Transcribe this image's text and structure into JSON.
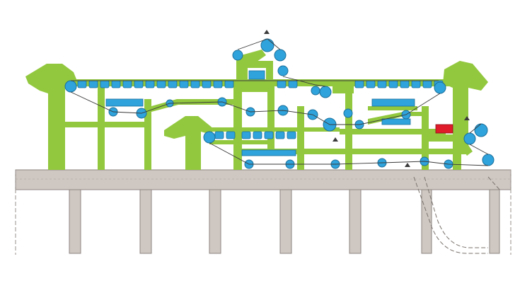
{
  "diagram": {
    "colors": {
      "frame_green": "#92c83e",
      "frame_green_dark": "#6f9e2a",
      "roller_blue": "#2fa3dc",
      "roller_blue_dark": "#1a6e9a",
      "base_grey": "#cfc7c2",
      "base_grey_edge": "#8e8580",
      "line_dark": "#3a3a3a",
      "heater_red": "#e01b2a",
      "background": "#ffffff"
    },
    "components": {
      "foundation": "machine-foundation",
      "left_tower": "inlet-tower",
      "right_tower": "outlet-tower",
      "center_tower": "center-tower",
      "heater": "heater-unit"
    }
  }
}
